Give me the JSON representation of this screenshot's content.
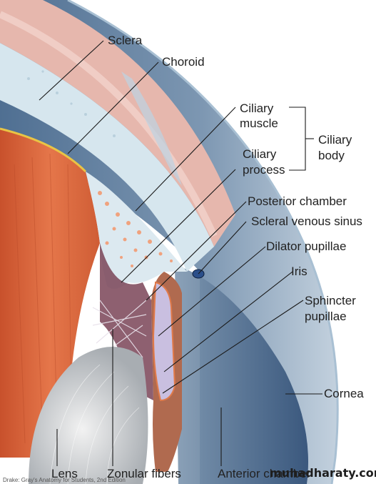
{
  "labels": {
    "sclera": "Sclera",
    "choroid": "Choroid",
    "ciliary_muscle": "Ciliary muscle",
    "ciliary_process": "Ciliary process",
    "ciliary_body": "Ciliary body",
    "posterior_chamber": "Posterior chamber",
    "scleral_venous_sinus": "Scleral venous sinus",
    "dilator_pupillae": "Dilator pupillae",
    "iris": "Iris",
    "sphincter_pupillae": "Sphincter pupillae",
    "cornea": "Cornea",
    "lens": "Lens",
    "zonular_fibers": "Zonular fibers",
    "anterior_chamber": "Anterior chamber"
  },
  "label_lines": {
    "ciliary_muscle": [
      "Ciliary",
      "muscle"
    ],
    "ciliary_process": [
      "Ciliary",
      "process"
    ],
    "ciliary_body": [
      "Ciliary",
      "body"
    ],
    "sphincter_pupillae": [
      "Sphincter",
      "pupillae"
    ]
  },
  "watermark": "muhadharaty.com",
  "credit": "Drake: Gray's Anatomy for Students, 2nd Edition",
  "colors": {
    "sclera": "#e6b7ad",
    "choroid": "#d6e6ee",
    "ciliary_muscle": "#e07a4a",
    "lens": "#cfd4d8",
    "cornea": "#6d8aa8",
    "iris": "#b06a4f",
    "leader_line": "#1a1a1a"
  }
}
